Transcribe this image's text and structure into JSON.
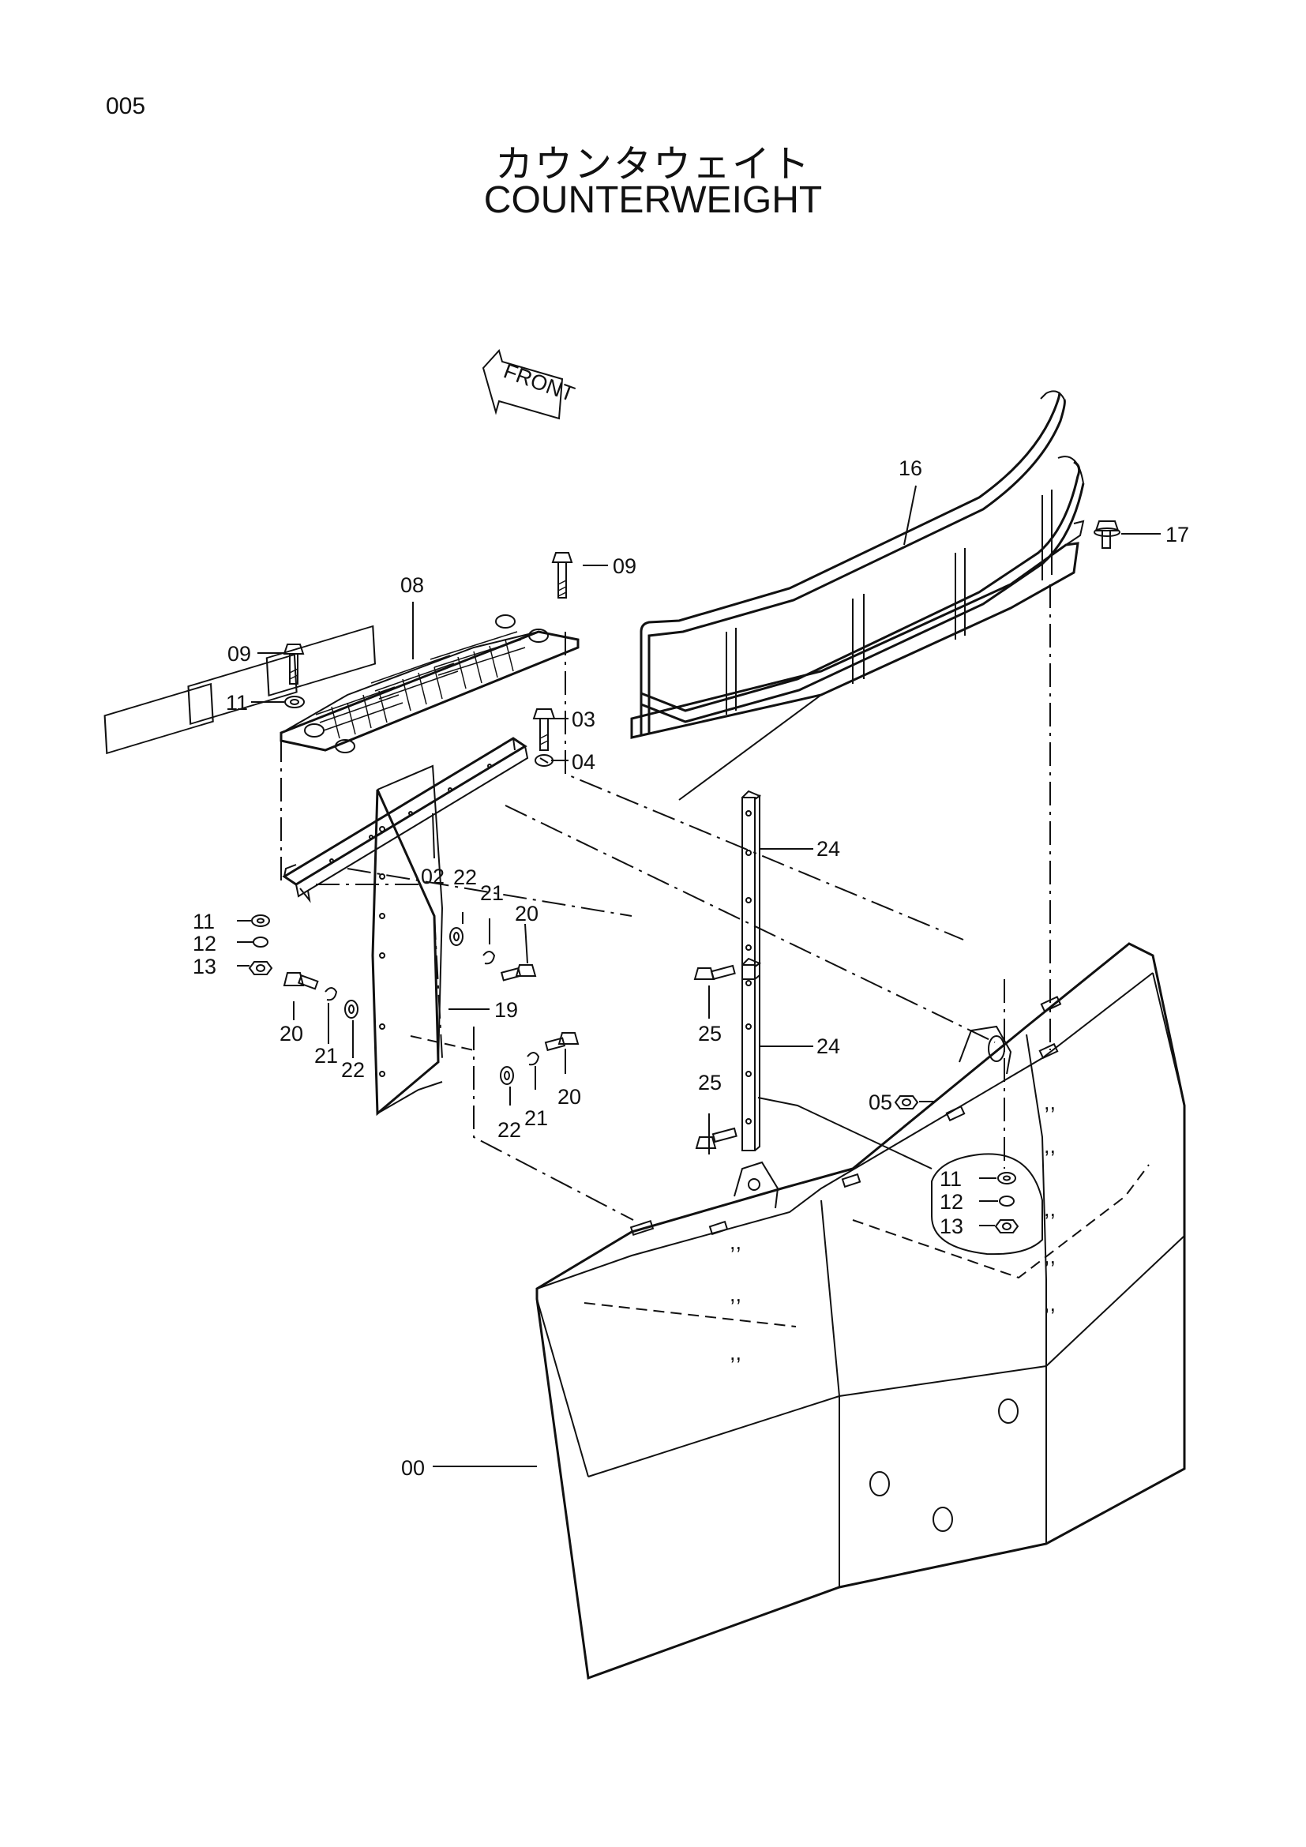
{
  "page_number": "005",
  "title_jp": "カウンタウェイト",
  "title_en": "COUNTERWEIGHT",
  "front_label": "FRONT",
  "labels": {
    "p00": "00",
    "p02": "02",
    "p03": "03",
    "p04": "04",
    "p05": "05",
    "p08": "08",
    "p09a": "09",
    "p09b": "09",
    "p11a": "11",
    "p11b": "11",
    "p11c": "11",
    "p12a": "12",
    "p12b": "12",
    "p13a": "13",
    "p13b": "13",
    "p16": "16",
    "p17": "17",
    "p19": "19",
    "p20a": "20",
    "p20b": "20",
    "p20c": "20",
    "p21a": "21",
    "p21b": "21",
    "p21c": "21",
    "p22a": "22",
    "p22b": "22",
    "p22c": "22",
    "p24a": "24",
    "p24b": "24",
    "p25a": "25",
    "p25b": "25"
  }
}
